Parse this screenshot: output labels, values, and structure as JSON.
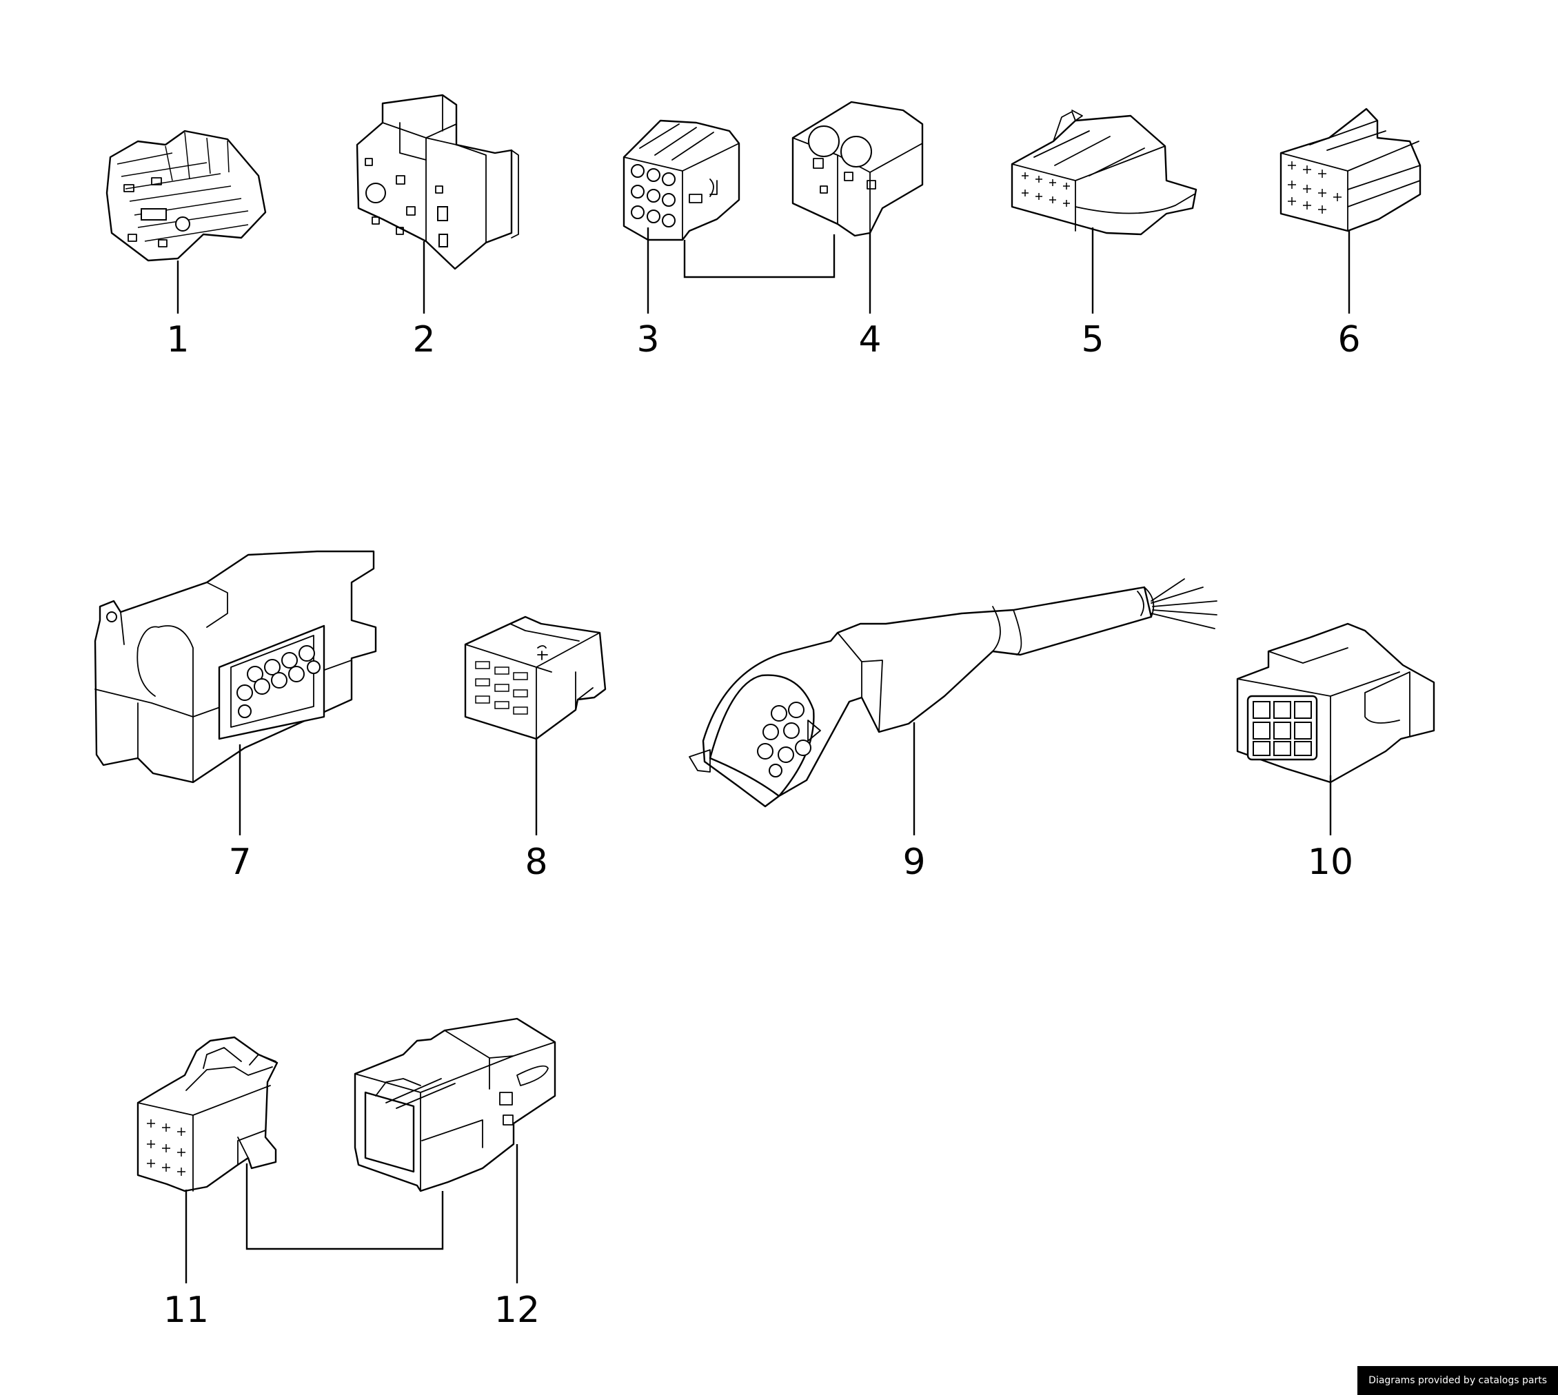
{
  "diagram": {
    "callouts": [
      {
        "id": "1",
        "label": "1"
      },
      {
        "id": "2",
        "label": "2"
      },
      {
        "id": "3",
        "label": "3"
      },
      {
        "id": "4",
        "label": "4"
      },
      {
        "id": "5",
        "label": "5"
      },
      {
        "id": "6",
        "label": "6"
      },
      {
        "id": "7",
        "label": "7"
      },
      {
        "id": "8",
        "label": "8"
      },
      {
        "id": "9",
        "label": "9"
      },
      {
        "id": "10",
        "label": "10"
      },
      {
        "id": "11",
        "label": "11"
      },
      {
        "id": "12",
        "label": "12"
      }
    ]
  },
  "footer": {
    "watermark": "Diagrams provided by catalogs parts"
  }
}
